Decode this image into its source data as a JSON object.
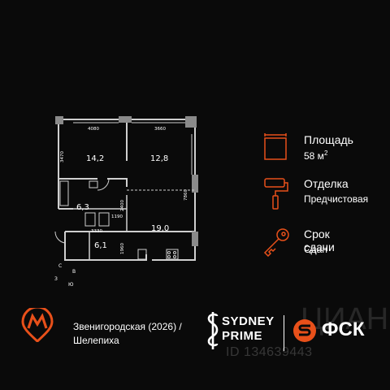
{
  "floorplan": {
    "rooms": [
      {
        "id": "bedroom-1",
        "area": "14,2"
      },
      {
        "id": "bedroom-2",
        "area": "12,8"
      },
      {
        "id": "bathroom",
        "area": "6,3"
      },
      {
        "id": "living-kitchen",
        "area": "19,0"
      },
      {
        "id": "hall",
        "area": "6,1"
      }
    ],
    "dimensions": {
      "top_left": "4080",
      "top_right": "3660",
      "left_height": "3470",
      "right_height": "7860",
      "inner_2400": "2400",
      "inner_1190": "1190",
      "inner_3330": "3330",
      "inner_1960": "1960"
    },
    "compass": {
      "n": "С",
      "e": "В",
      "w": "З",
      "s": "Ю"
    }
  },
  "info": {
    "area_label": "Площадь",
    "area_value": "58 м",
    "area_unit_sup": "2",
    "finish_label": "Отделка",
    "finish_value": "Предчистовая",
    "deadline_label": "Срок сдачи",
    "deadline_value": "Сдан",
    "accent_color": "#e8501a"
  },
  "metro": {
    "line1": "Звенигородская (2026) /",
    "line2": "Шелепиха",
    "color": "#e8501a"
  },
  "brand": {
    "sydney_line1": "SYDNEY",
    "sydney_line2": "PRIME",
    "fsk": "ФСК",
    "fsk_color": "#e8501a"
  },
  "watermark": {
    "text": "ID 134639443",
    "logo_text": "ЦИАН"
  }
}
